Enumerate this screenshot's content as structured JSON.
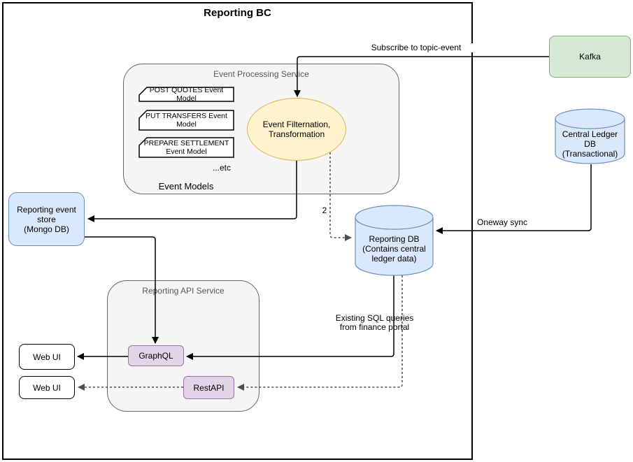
{
  "title": "Reporting BC",
  "containers": {
    "event_processing_service": {
      "label": "Event Processing Service"
    },
    "reporting_api_service": {
      "label": "Reporting API Service"
    }
  },
  "event_models": {
    "cards": [
      {
        "lines": [
          "POST QUOTES Event Model"
        ]
      },
      {
        "lines": [
          "PUT TRANSFERS Event",
          "Model"
        ]
      },
      {
        "lines": [
          "PREPARE SETTLEMENT",
          "Event Model"
        ]
      }
    ],
    "etc": "...etc",
    "label": "Event Models"
  },
  "nodes": {
    "transformation": {
      "lines": [
        "Event Filternation,",
        "Transformation"
      ]
    },
    "kafka": {
      "label": "Kafka"
    },
    "central_ledger_db": {
      "lines": [
        "Central Ledger",
        "DB",
        "(Transactional)"
      ]
    },
    "reporting_db": {
      "lines": [
        "Reporting DB",
        "(Contains central",
        "ledger data)"
      ]
    },
    "reporting_event_store": {
      "lines": [
        "Reporting event",
        "store",
        "(Mongo DB)"
      ]
    },
    "graphql": {
      "label": "GraphQL"
    },
    "restapi": {
      "label": "RestAPI"
    },
    "web_ui_top": {
      "label": "Web UI"
    },
    "web_ui_bottom": {
      "label": "Web UI"
    }
  },
  "edges": {
    "subscribe": {
      "label": "Subscribe to topic-event"
    },
    "oneway_sync": {
      "label": "Oneway sync"
    },
    "step_two": {
      "label": "2"
    },
    "sql_queries": {
      "lines": [
        "Existing SQL queries",
        "from finance portal"
      ]
    }
  },
  "colors": {
    "kafka_fill": "#d5e8d4",
    "kafka_border": "#82b366",
    "db_fill": "#dae8fc",
    "db_border": "#6c8ebf",
    "process_fill": "#fff2cc",
    "process_border": "#d6b656",
    "api_fill": "#e1d5e7",
    "api_border": "#9673a6",
    "container_fill": "#f5f5f5",
    "container_border": "#666666",
    "solid_line": "#000000",
    "dashed_line": "#4d4d4d"
  }
}
